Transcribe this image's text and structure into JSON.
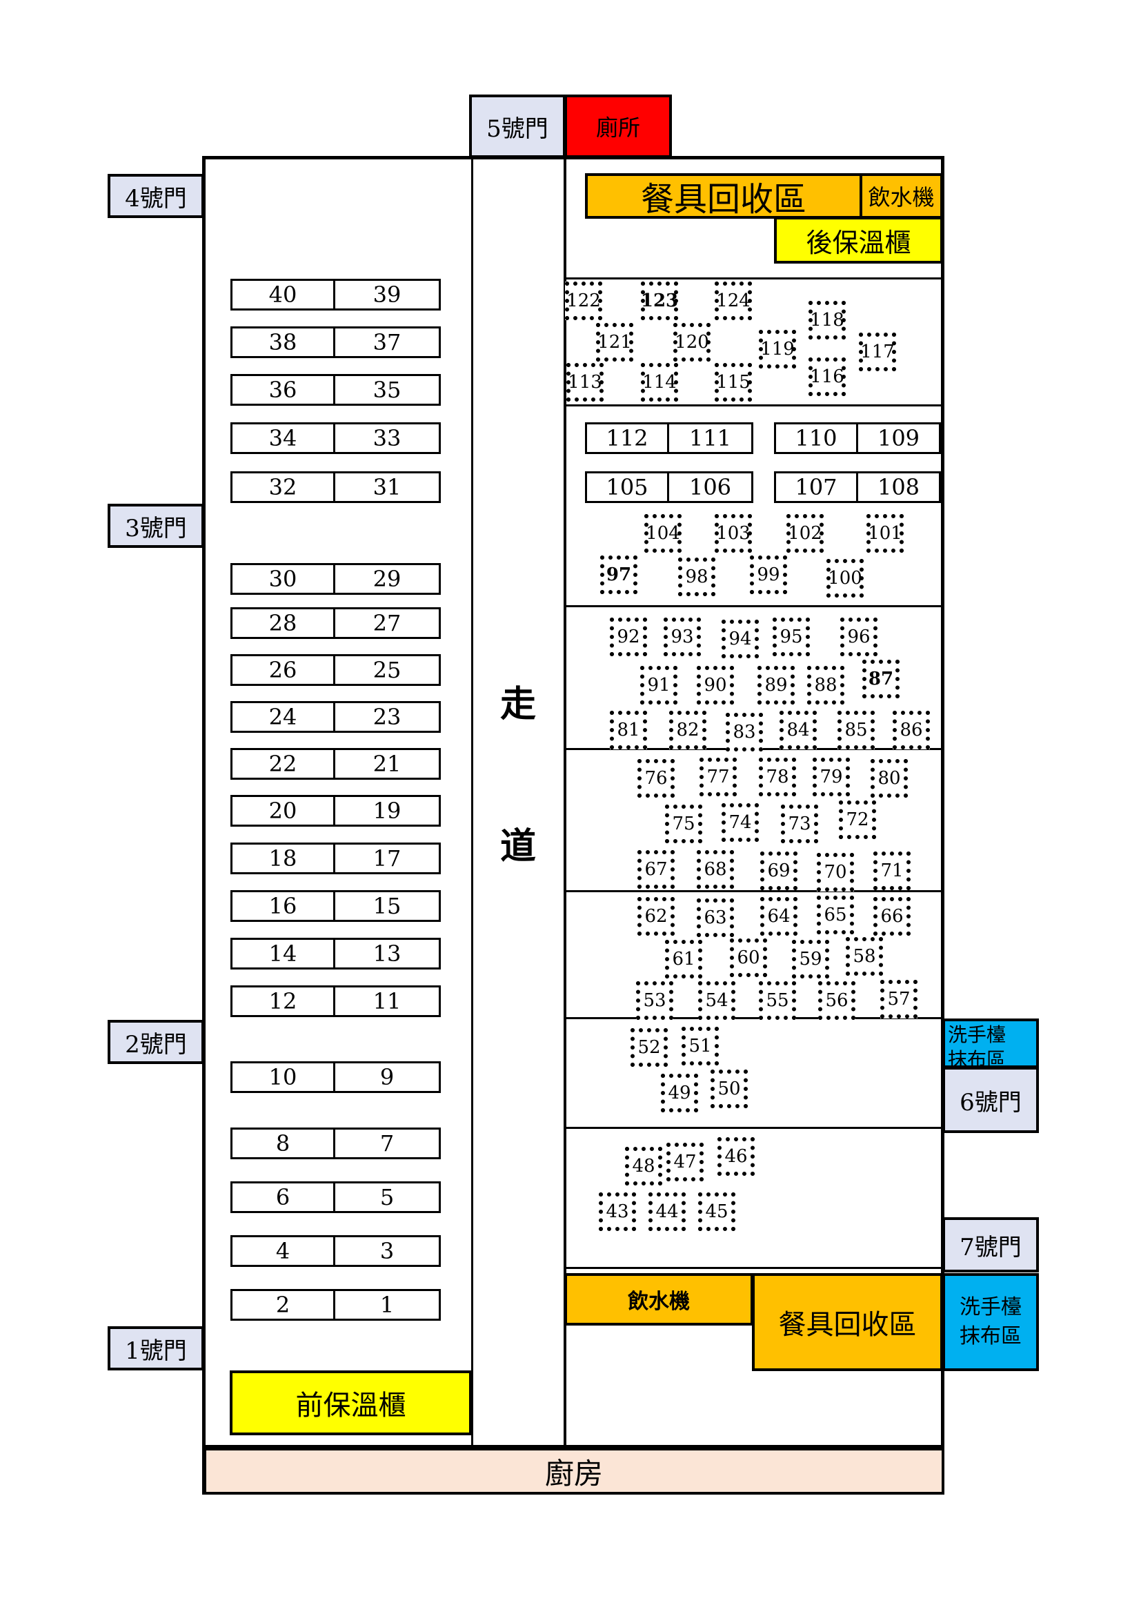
{
  "doors": {
    "door1": "1號門",
    "door2": "2號門",
    "door3": "3號門",
    "door4": "4號門",
    "door5": "5號門",
    "door6": "6號門",
    "door7": "7號門"
  },
  "facilities": {
    "toilet": "廁所",
    "dish_return_top": "餐具回收區",
    "water_dispenser_top": "飲水機",
    "rear_warmer": "後保溫櫃",
    "front_warmer": "前保溫櫃",
    "dish_return_bottom": "餐具回收區",
    "water_dispenser_bottom": "飲水機",
    "handwash_top": "洗手檯抹布區",
    "handwash_bottom": "洗手檯抹布區",
    "kitchen": "廚房",
    "aisle_1": "走",
    "aisle_2": "道"
  },
  "left_tables": [
    [
      "40",
      "39"
    ],
    [
      "38",
      "37"
    ],
    [
      "36",
      "35"
    ],
    [
      "34",
      "33"
    ],
    [
      "32",
      "31"
    ],
    [
      "30",
      "29"
    ],
    [
      "28",
      "27"
    ],
    [
      "26",
      "25"
    ],
    [
      "24",
      "23"
    ],
    [
      "22",
      "21"
    ],
    [
      "20",
      "19"
    ],
    [
      "18",
      "17"
    ],
    [
      "16",
      "15"
    ],
    [
      "14",
      "13"
    ],
    [
      "12",
      "11"
    ],
    [
      "10",
      "9"
    ],
    [
      "8",
      "7"
    ],
    [
      "6",
      "5"
    ],
    [
      "4",
      "3"
    ],
    [
      "2",
      "1"
    ]
  ],
  "right_solid_tables": [
    [
      "112",
      "111"
    ],
    [
      "110",
      "109"
    ],
    [
      "105",
      "106"
    ],
    [
      "107",
      "108"
    ]
  ],
  "dotted_tables": [
    "122",
    "123",
    "124",
    "118",
    "121",
    "120",
    "119",
    "117",
    "113",
    "114",
    "115",
    "116",
    "104",
    "103",
    "102",
    "101",
    "97",
    "98",
    "99",
    "100",
    "92",
    "93",
    "94",
    "95",
    "96",
    "91",
    "90",
    "89",
    "88",
    "87",
    "81",
    "82",
    "83",
    "84",
    "85",
    "86",
    "76",
    "77",
    "78",
    "79",
    "80",
    "75",
    "74",
    "73",
    "72",
    "67",
    "68",
    "69",
    "70",
    "71",
    "62",
    "63",
    "64",
    "65",
    "66",
    "61",
    "60",
    "59",
    "58",
    "53",
    "54",
    "55",
    "56",
    "57",
    "52",
    "51",
    "49",
    "50",
    "48",
    "47",
    "46",
    "43",
    "44",
    "45"
  ],
  "colors": {
    "door_fill": "#dfe3f2",
    "orange": "#ffc000",
    "yellow": "#ffff00",
    "blue": "#00b0f0",
    "red": "#ff0000",
    "kitchen": "#fbe5d6"
  }
}
